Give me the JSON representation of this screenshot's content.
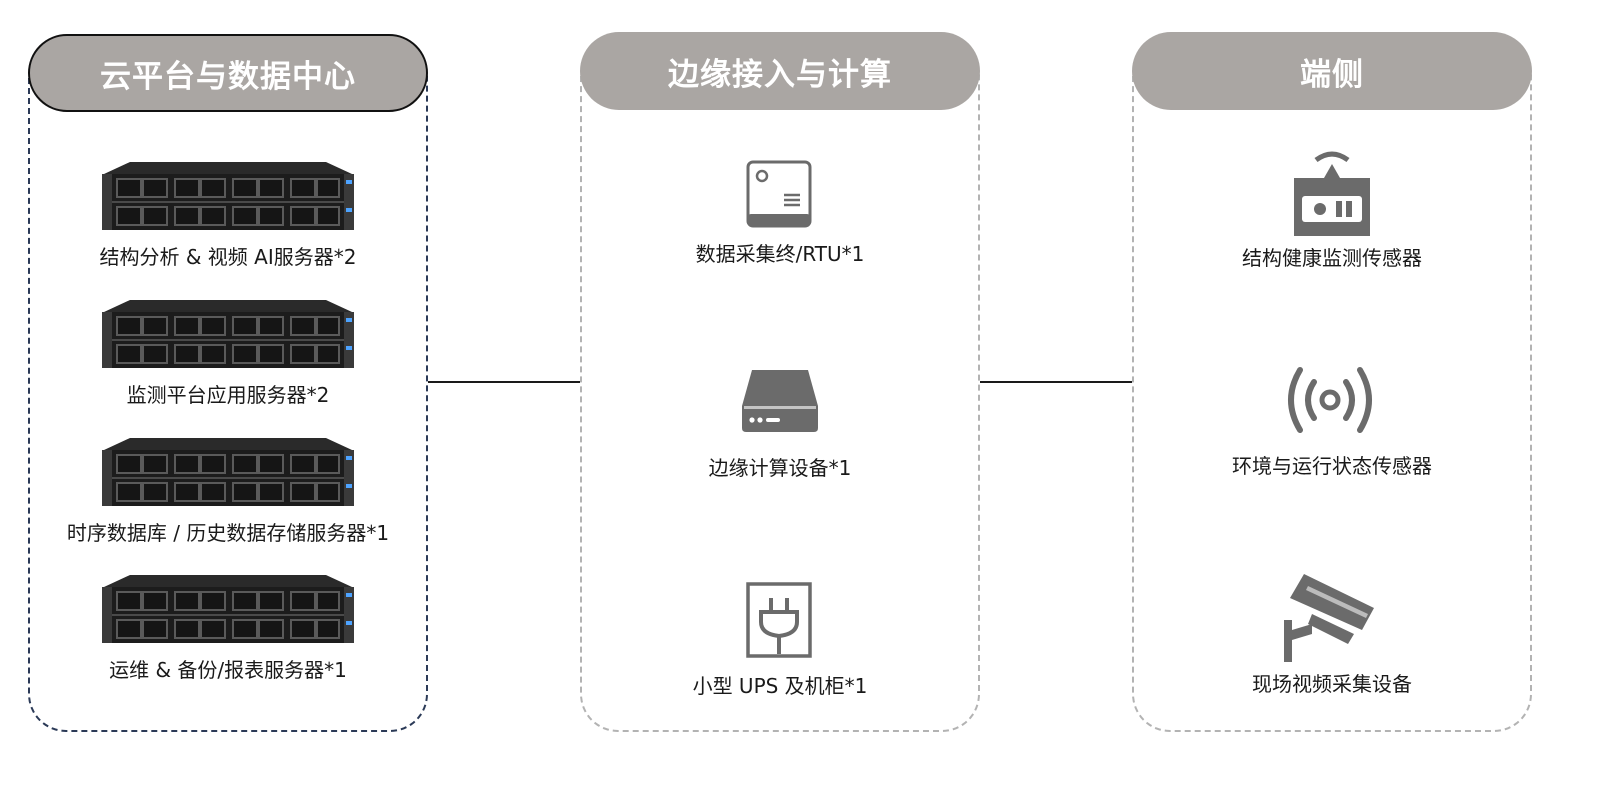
{
  "panels": {
    "cloud": {
      "title": "云平台与数据中心",
      "items": [
        {
          "label": "结构分析 & 视频 AI服务器*2",
          "icon": "rack-server-icon"
        },
        {
          "label": "监测平台应用服务器*2",
          "icon": "rack-server-icon"
        },
        {
          "label": "时序数据库 / 历史数据存储服务器*1",
          "icon": "rack-server-icon"
        },
        {
          "label": "运维 & 备份/报表服务器*1",
          "icon": "rack-server-icon"
        }
      ]
    },
    "edge": {
      "title": "边缘接入与计算",
      "items": [
        {
          "label": "数据采集终/RTU*1",
          "icon": "data-terminal-icon"
        },
        {
          "label": "边缘计算设备*1",
          "icon": "edge-device-icon"
        },
        {
          "label": "小型 UPS 及机柜*1",
          "icon": "power-plug-icon"
        }
      ]
    },
    "end": {
      "title": "端侧",
      "items": [
        {
          "label": "结构健康监测传感器",
          "icon": "sensor-device-icon"
        },
        {
          "label": "环境与运行状态传感器",
          "icon": "wireless-signal-icon"
        },
        {
          "label": "现场视频采集设备",
          "icon": "cctv-camera-icon"
        }
      ]
    }
  },
  "colors": {
    "header_fill": "#aaa6a3",
    "cloud_border": "#2b3a57",
    "dashed_border": "#b3b3b3",
    "icon_gray": "#6b6b6b",
    "server_dark": "#1c1c1c"
  }
}
